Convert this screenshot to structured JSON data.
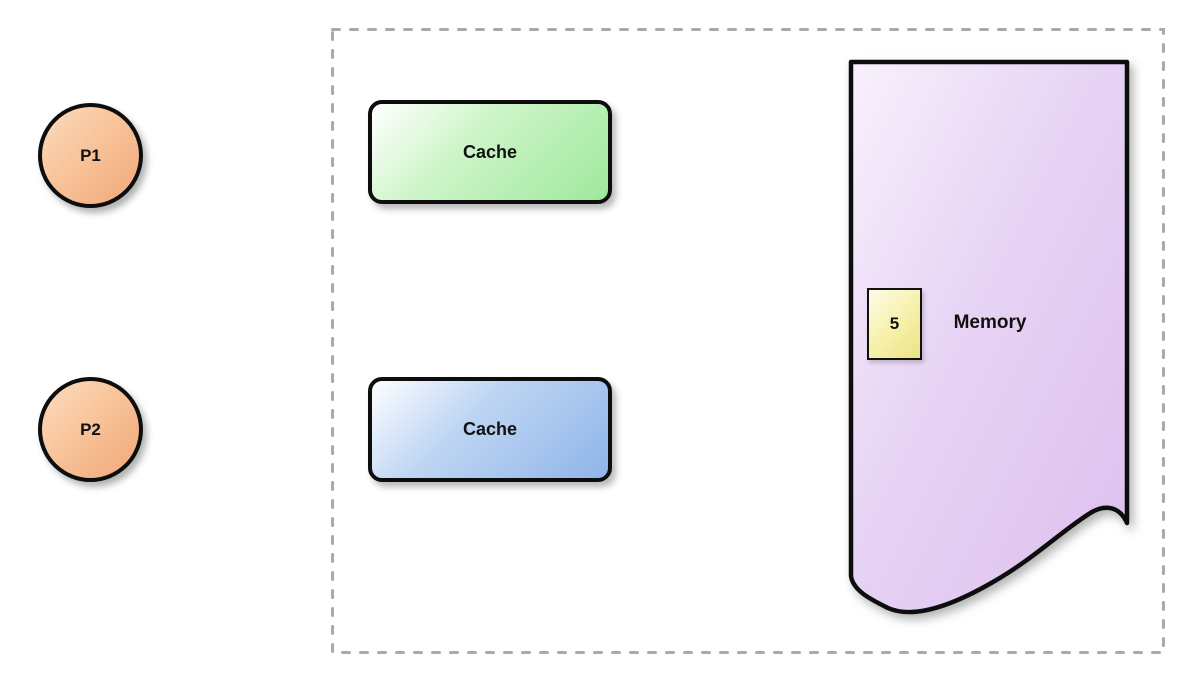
{
  "diagram": {
    "processors": [
      {
        "label": "P1",
        "fill": "#f6b98c",
        "border": "#0d0d0d"
      },
      {
        "label": "P2",
        "fill": "#f6b98c",
        "border": "#0d0d0d"
      }
    ],
    "caches": [
      {
        "label": "Cache",
        "fill": "#a5e8a2"
      },
      {
        "label": "Cache",
        "fill": "#a3c4ef"
      }
    ],
    "memory": {
      "label": "Memory",
      "cell_value": "5",
      "fill": "#e3cdf2",
      "cell_fill": "#f5efa5"
    },
    "boundary": {
      "style": "dashed",
      "color": "#aaaaaa"
    }
  }
}
